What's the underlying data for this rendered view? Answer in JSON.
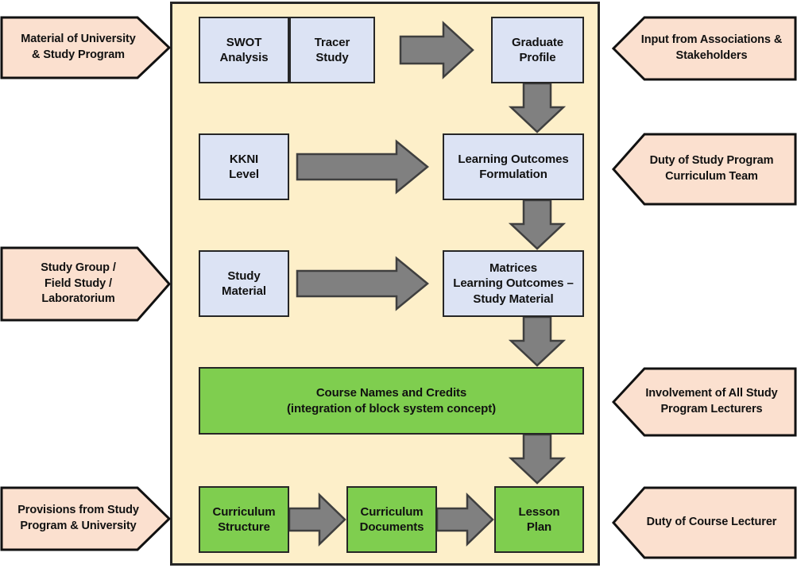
{
  "diagram": {
    "title": "Curriculum Development Flowchart",
    "colors": {
      "panel_fill": "#fdefc9",
      "panel_stroke": "#262626",
      "blue_node": "#dce3f4",
      "green_node": "#7fce4f",
      "callout_fill": "#fbe0cf",
      "arrow_fill": "#808080",
      "arrow_stroke": "#3f3f3f",
      "text": "#111111"
    }
  },
  "left_callouts": [
    {
      "id": "material-of-university",
      "label": "Material of University\n& Study Program"
    },
    {
      "id": "study-group-field-study",
      "label": "Study Group /\nField Study /\nLaboratorium"
    },
    {
      "id": "provisions-from-study-program",
      "label": "Provisions from Study\nProgram & University"
    }
  ],
  "right_callouts": [
    {
      "id": "input-from-associations",
      "label": "Input from Associations &\nStakeholders"
    },
    {
      "id": "duty-of-study-program-curriculum-team",
      "label": "Duty of Study Program\nCurriculum Team"
    },
    {
      "id": "involvement-of-all-lecturers",
      "label": "Involvement of All Study\nProgram Lecturers"
    },
    {
      "id": "duty-of-course-lecturer",
      "label": "Duty of Course Lecturer"
    }
  ],
  "nodes": [
    {
      "id": "swot-analysis",
      "label": "SWOT\nAnalysis",
      "type": "blue"
    },
    {
      "id": "tracer-study",
      "label": "Tracer\nStudy",
      "type": "blue"
    },
    {
      "id": "graduate-profile",
      "label": "Graduate\nProfile",
      "type": "blue"
    },
    {
      "id": "kkni-level",
      "label": "KKNI\nLevel",
      "type": "blue"
    },
    {
      "id": "learning-outcomes-formulation",
      "label": "Learning Outcomes\nFormulation",
      "type": "blue"
    },
    {
      "id": "study-material",
      "label": "Study\nMaterial",
      "type": "blue"
    },
    {
      "id": "matrices-learning-outcomes",
      "label": "Matrices\nLearning Outcomes –\nStudy Material",
      "type": "blue"
    },
    {
      "id": "course-names-and-credits",
      "label": "Course Names and Credits\n(integration of block system concept)",
      "type": "green"
    },
    {
      "id": "curriculum-structure",
      "label": "Curriculum\nStructure",
      "type": "green"
    },
    {
      "id": "curriculum-documents",
      "label": "Curriculum\nDocuments",
      "type": "green"
    },
    {
      "id": "lesson-plan",
      "label": "Lesson\nPlan",
      "type": "green"
    }
  ],
  "arrows": [
    {
      "id": "tracer-study-to-graduate-profile",
      "direction": "right"
    },
    {
      "id": "graduate-profile-to-learning-outcomes",
      "direction": "down"
    },
    {
      "id": "kkni-level-to-learning-outcomes",
      "direction": "right"
    },
    {
      "id": "learning-outcomes-to-matrices",
      "direction": "down"
    },
    {
      "id": "study-material-to-matrices",
      "direction": "right"
    },
    {
      "id": "matrices-to-course-names",
      "direction": "down"
    },
    {
      "id": "course-names-to-lesson-plan",
      "direction": "down"
    },
    {
      "id": "curriculum-structure-to-curriculum-documents",
      "direction": "right"
    },
    {
      "id": "curriculum-documents-to-lesson-plan",
      "direction": "right"
    }
  ]
}
